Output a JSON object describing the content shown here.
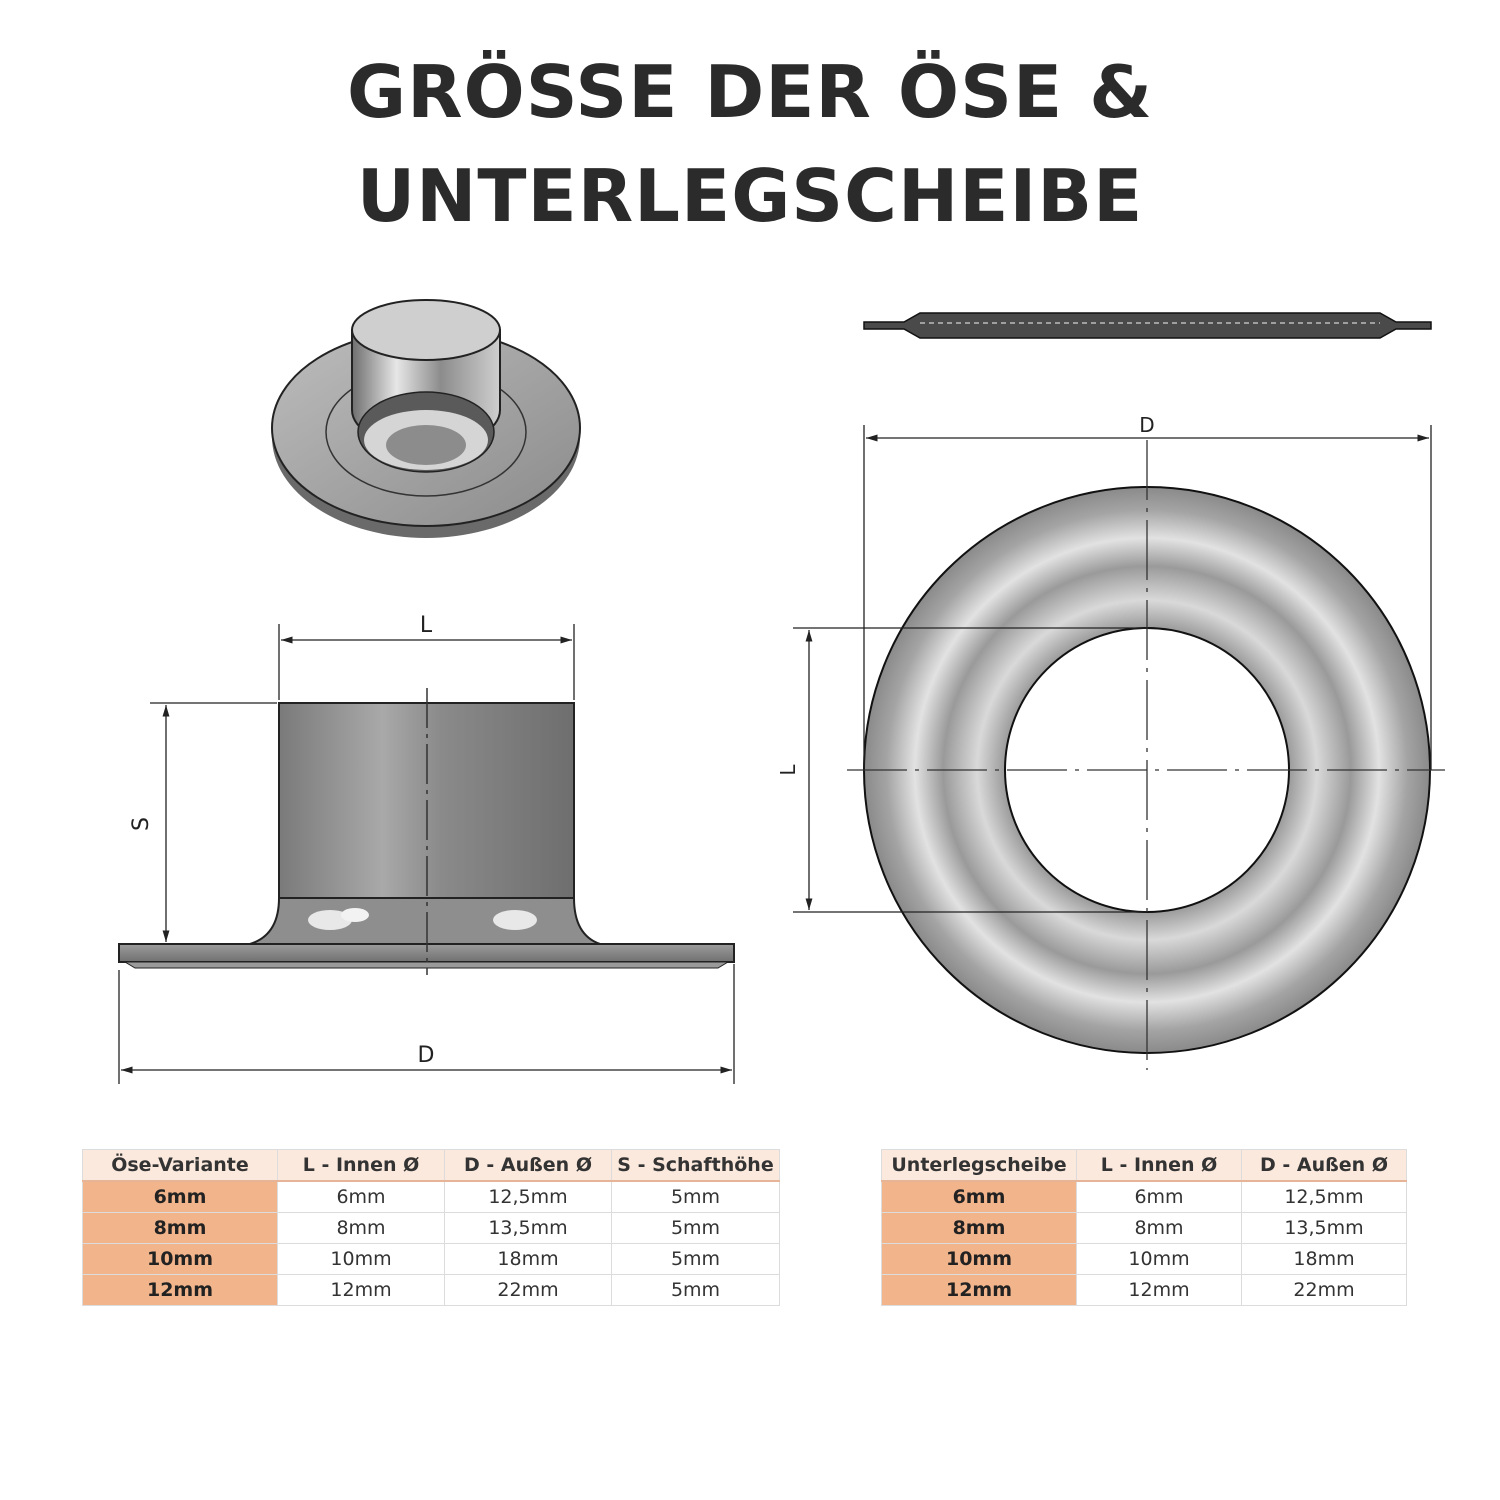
{
  "title": {
    "line1": "GRÖSSE DER ÖSE &",
    "line2": "UNTERLEGSCHEIBE"
  },
  "dimension_labels": {
    "eyelet_inner": "L",
    "eyelet_shaft": "S",
    "eyelet_outer": "D",
    "washer_outer": "D",
    "washer_inner": "L"
  },
  "eyelet_table": {
    "headers": [
      "Öse-Variante",
      "L - Innen Ø",
      "D - Außen Ø",
      "S - Schafthöhe"
    ],
    "rows": [
      [
        "6mm",
        "6mm",
        "12,5mm",
        "5mm"
      ],
      [
        "8mm",
        "8mm",
        "13,5mm",
        "5mm"
      ],
      [
        "10mm",
        "10mm",
        "18mm",
        "5mm"
      ],
      [
        "12mm",
        "12mm",
        "22mm",
        "5mm"
      ]
    ]
  },
  "washer_table": {
    "headers": [
      "Unterlegscheibe",
      "L - Innen Ø",
      "D - Außen Ø"
    ],
    "rows": [
      [
        "6mm",
        "6mm",
        "12,5mm"
      ],
      [
        "8mm",
        "8mm",
        "13,5mm"
      ],
      [
        "10mm",
        "10mm",
        "18mm"
      ],
      [
        "12mm",
        "12mm",
        "22mm"
      ]
    ]
  },
  "colors": {
    "header_bg": "#fbe9dd",
    "key_cell_bg": "#f2b48b",
    "metal": "#9a9a9a",
    "line": "#222222"
  }
}
